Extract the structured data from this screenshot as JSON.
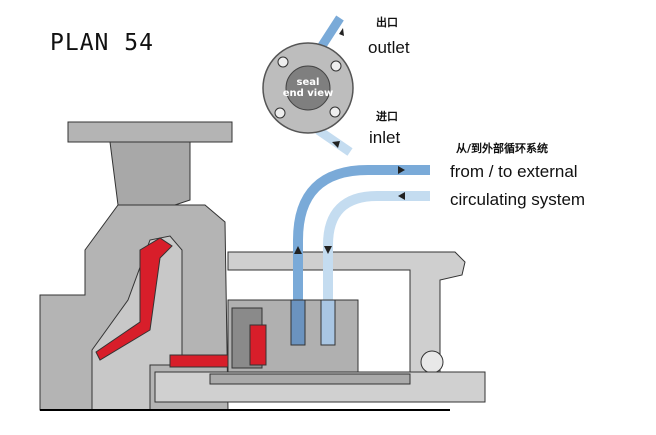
{
  "title": "PLAN 54",
  "labels": {
    "outlet_cn": "出口",
    "outlet_en": "outlet",
    "inlet_cn": "进口",
    "inlet_en": "inlet",
    "seal_line1": "seal",
    "seal_line2": "end view",
    "external_cn": "从/到外部循环系统",
    "external_en_line1": "from / to external",
    "external_en_line2": "circulating system"
  },
  "colors": {
    "pipe_dark": "#7aaad8",
    "pipe_light": "#c4dcf0",
    "casing": "#b4b4b4",
    "seal_red": "#d81e2a",
    "outline": "#333333"
  }
}
